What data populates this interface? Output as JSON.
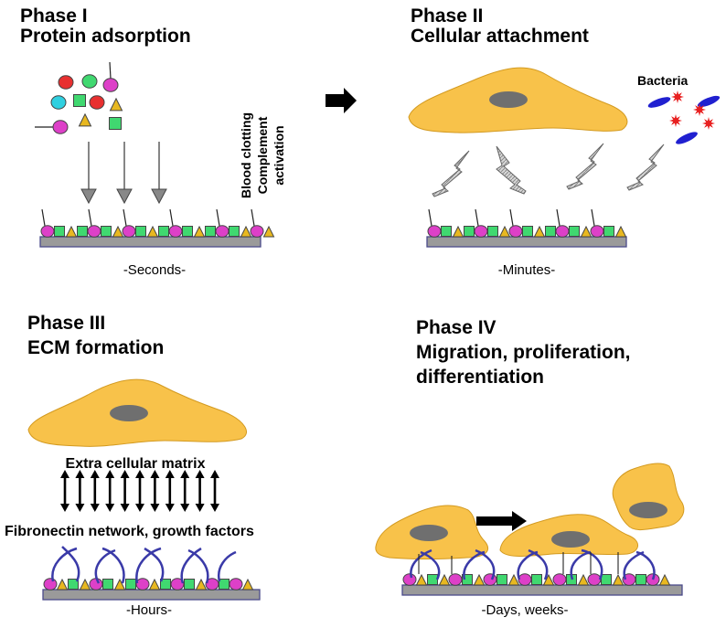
{
  "phase1": {
    "title_line1": "Phase I",
    "title_line2": "Protein adsorption",
    "side_label_line1": "Blood clotting",
    "side_label_line2": "Complement",
    "side_label_line3": "activation",
    "timescale": "-Seconds-"
  },
  "phase2": {
    "title_line1": "Phase II",
    "title_line2": "Cellular attachment",
    "bacteria_label": "Bacteria",
    "timescale": "-Minutes-"
  },
  "phase3": {
    "title_line1": "Phase III",
    "title_line2": "ECM formation",
    "ecm_label": "Extra cellular matrix",
    "network_label": "Fibronectin network, growth factors",
    "timescale": "-Hours-"
  },
  "phase4": {
    "title_line1": "Phase IV",
    "title_line2": "Migration, proliferation,",
    "title_line3": "differentiation",
    "timescale": "-Days, weeks-"
  },
  "colors": {
    "cell": "#f8c24a",
    "nucleus": "#6f6f6f",
    "surface": "#9a9a9a",
    "protein_magenta": "#dd40c8",
    "protein_green": "#40d870",
    "protein_yellow": "#e8b820",
    "protein_red": "#e83030",
    "protein_cyan": "#30d0e0",
    "fibronectin": "#3a3aa8",
    "bacteria_rod": "#2020d0",
    "bacteria_star": "#e82020"
  }
}
